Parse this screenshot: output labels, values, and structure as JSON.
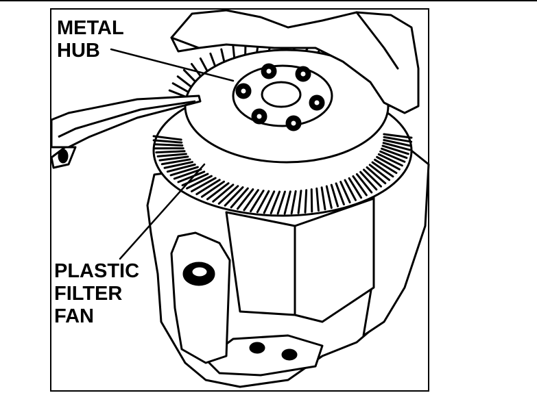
{
  "labels": {
    "metal_hub": [
      "METAL",
      "HUB"
    ],
    "plastic_filter_fan": [
      "PLASTIC",
      "FILTER",
      "FAN"
    ]
  },
  "colors": {
    "ink": "#000000",
    "paper": "#ffffff"
  }
}
